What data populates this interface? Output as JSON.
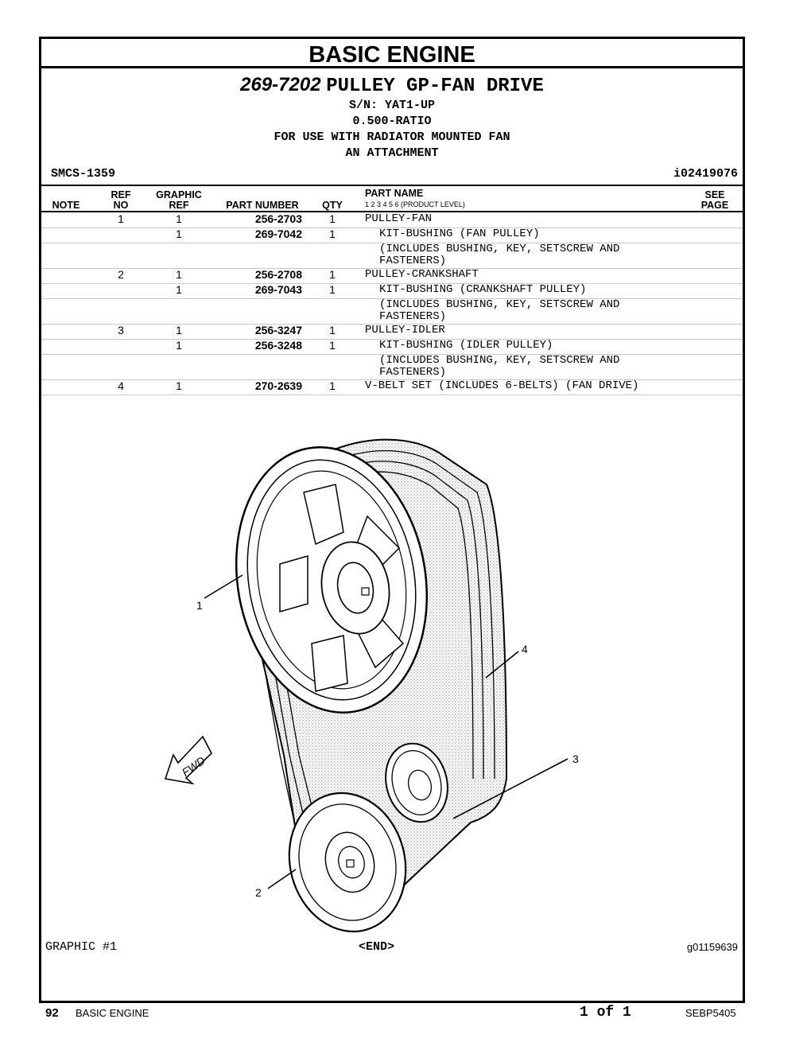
{
  "section_title": "BASIC ENGINE",
  "group": {
    "part_number": "269-7202",
    "title": "PULLEY GP-FAN DRIVE",
    "sn": "S/N: YAT1-UP",
    "ratio": "0.500-RATIO",
    "use": "FOR USE WITH RADIATOR MOUNTED FAN",
    "attachment": "AN ATTACHMENT"
  },
  "smcs": "SMCS-1359",
  "illustration_id": "i02419076",
  "headers": {
    "note": "NOTE",
    "ref_no_1": "REF",
    "ref_no_2": "NO",
    "graphic_ref_1": "GRAPHIC",
    "graphic_ref_2": "REF",
    "part_number": "PART NUMBER",
    "qty": "QTY",
    "part_name": "PART NAME",
    "levels": "1   2   3   4   5   6   (PRODUCT LEVEL)",
    "see_page_1": "SEE",
    "see_page_2": "PAGE"
  },
  "rows": [
    {
      "ref_no": "1",
      "graphic_ref": "1",
      "part_number": "256-2703",
      "qty": "1",
      "name": "PULLEY-FAN"
    },
    {
      "ref_no": "",
      "graphic_ref": "1",
      "part_number": "269-7042",
      "qty": "1",
      "name": "KIT-BUSHING (FAN PULLEY)"
    },
    {
      "ref_no": "",
      "graphic_ref": "",
      "part_number": "",
      "qty": "",
      "name": "(INCLUDES BUSHING, KEY, SETSCREW AND\nFASTENERS)"
    },
    {
      "ref_no": "2",
      "graphic_ref": "1",
      "part_number": "256-2708",
      "qty": "1",
      "name": "PULLEY-CRANKSHAFT"
    },
    {
      "ref_no": "",
      "graphic_ref": "1",
      "part_number": "269-7043",
      "qty": "1",
      "name": "KIT-BUSHING (CRANKSHAFT PULLEY)"
    },
    {
      "ref_no": "",
      "graphic_ref": "",
      "part_number": "",
      "qty": "",
      "name": "(INCLUDES BUSHING, KEY, SETSCREW AND\nFASTENERS)"
    },
    {
      "ref_no": "3",
      "graphic_ref": "1",
      "part_number": "256-3247",
      "qty": "1",
      "name": "PULLEY-IDLER"
    },
    {
      "ref_no": "",
      "graphic_ref": "1",
      "part_number": "256-3248",
      "qty": "1",
      "name": "KIT-BUSHING (IDLER PULLEY)"
    },
    {
      "ref_no": "",
      "graphic_ref": "",
      "part_number": "",
      "qty": "",
      "name": "(INCLUDES BUSHING, KEY, SETSCREW AND\nFASTENERS)"
    },
    {
      "ref_no": "4",
      "graphic_ref": "1",
      "part_number": "270-2639",
      "qty": "1",
      "name": "V-BELT SET (INCLUDES 6-BELTS) (FAN DRIVE)"
    }
  ],
  "callouts": [
    "1",
    "2",
    "3",
    "4"
  ],
  "fwd_label": "FWD",
  "graphic_label": "GRAPHIC #1",
  "end_label": "<END>",
  "graphic_id": "g01159639",
  "footer": {
    "page_number": "92",
    "section": "BASIC ENGINE",
    "page_of": "1 of 1",
    "doc_number": "SEBP5405"
  }
}
